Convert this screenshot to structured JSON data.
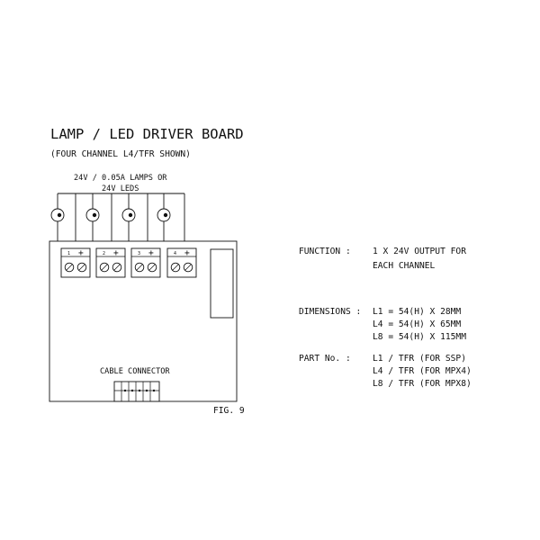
{
  "title": "LAMP / LED DRIVER BOARD",
  "subtitle": "(FOUR CHANNEL L4/TFR SHOWN)",
  "lamp_label_line1": "24V / 0.05A LAMPS OR",
  "lamp_label_line2": "24V LEDS",
  "connector_label": "CABLE CONNECTOR",
  "figure_label": "FIG. 9",
  "terminals": [
    {
      "number": "1",
      "polarity": "+"
    },
    {
      "number": "2",
      "polarity": "+"
    },
    {
      "number": "3",
      "polarity": "+"
    },
    {
      "number": "4",
      "polarity": "+"
    }
  ],
  "specs": {
    "function_label": "FUNCTION :",
    "function_line1": "1 X 24V OUTPUT FOR",
    "function_line2": "EACH CHANNEL",
    "dimensions_label": "DIMENSIONS :",
    "dimensions": [
      "L1 = 54(H) X 28MM",
      "L4 = 54(H) X 65MM",
      "L8 = 54(H) X 115MM"
    ],
    "part_label": "PART No. :",
    "parts": [
      "L1 / TFR (FOR SSP)",
      "L4 / TFR (FOR MPX4)",
      "L8 / TFR (FOR MPX8)"
    ]
  }
}
